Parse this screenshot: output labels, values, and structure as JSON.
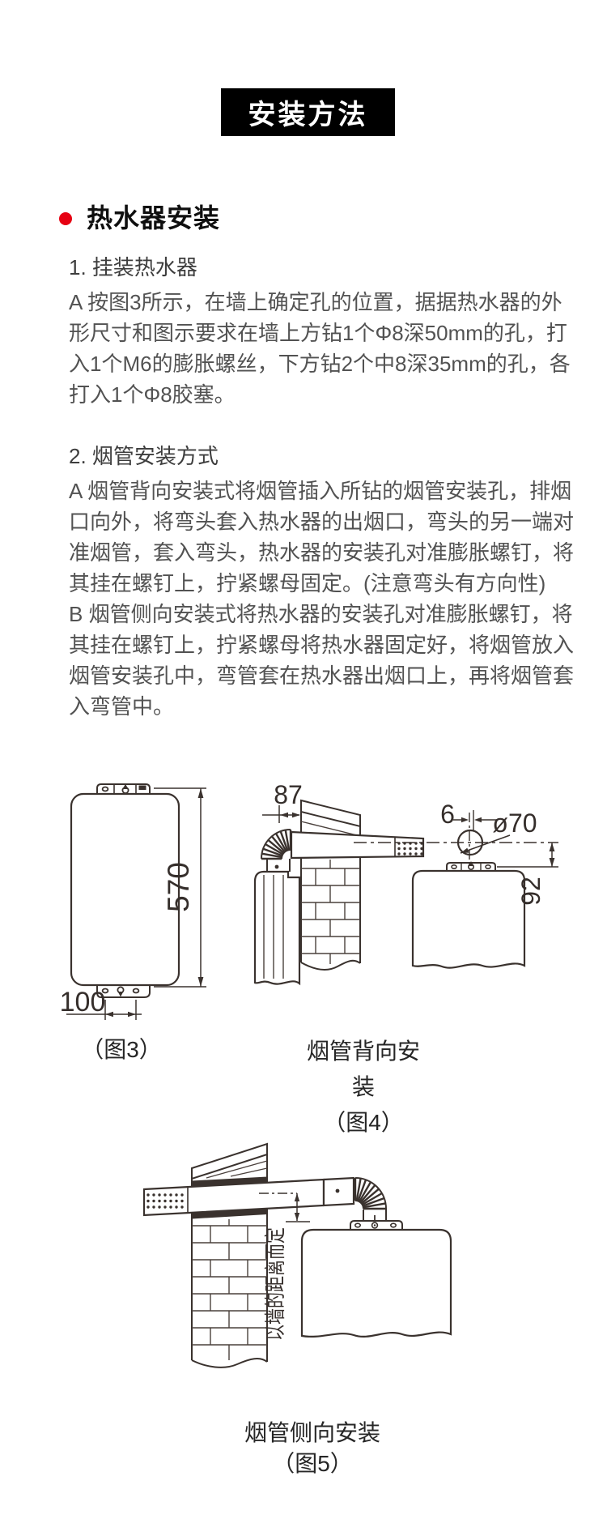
{
  "banner": {
    "title": "安装方法",
    "bg": "#000000",
    "text_color": "#ffffff"
  },
  "heading": {
    "text": "热水器安装",
    "bullet_color": "#e60012"
  },
  "steps": [
    {
      "title": "1. 挂装热水器",
      "body": "A 按图3所示，在墙上确定孔的位置，据据热水器的外\n形尺寸和图示要求在墙上方钻1个Φ8深50mm的孔，打\n入1个M6的膨胀螺丝，下方钻2个中8深35mm的孔，各\n打入1个Φ8胶塞。"
    },
    {
      "title": "2. 烟管安装方式",
      "body": "A 烟管背向安装式将烟管插入所钻的烟管安装孔，排烟\n口向外，将弯头套入热水器的出烟口，弯头的另一端对\n准烟管，套入弯头，热水器的安装孔对准膨胀螺钉，将\n其挂在螺钉上，拧紧螺母固定。(注意弯头有方向性)\nB 烟管侧向安装式将热水器的安装孔对准膨胀螺钉，将\n其挂在螺钉上，拧紧螺母将热水器固定好，将烟管放入\n烟管安装孔中，弯管套在热水器出烟口上，再将烟管套\n入弯管中。"
    }
  ],
  "fig3": {
    "height_label": "570",
    "width_label": "100",
    "caption": "（图3）"
  },
  "fig4": {
    "wall_label": "87",
    "offset_label": "6",
    "diameter_label": "ø70",
    "drop_label": "92",
    "caption_line1": "烟管背向安装",
    "caption_line2": "（图4）"
  },
  "fig5": {
    "distance_note": "以墙的距离而定",
    "caption_line1": "烟管侧向安装",
    "caption_line2": "（图5）"
  },
  "colors": {
    "accent_red": "#e60012",
    "line_art": "#3a322e",
    "banner_bg": "#000000"
  }
}
